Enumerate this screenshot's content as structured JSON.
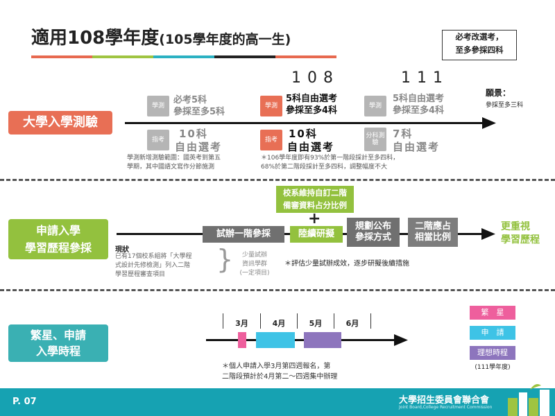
{
  "header": {
    "title_main": "適用108學年度",
    "title_sub": "(105學年度的高一生)",
    "note_line1": "必考改選考，",
    "note_line2": "至多參採四科",
    "color_bar": [
      "#e7694f",
      "#9fc441",
      "#2bb1c2",
      "#222222",
      "#e7694f"
    ]
  },
  "sections": {
    "exam": {
      "label": "大學入學測驗",
      "label_color": "#e86f55",
      "year_108": "108",
      "year_111": "111",
      "wish_title": "願景：",
      "wish_text": "參採至多三科",
      "current_xue": {
        "tag": "學測",
        "line1": "必考5科",
        "line2": "參採至多5科"
      },
      "current_zhi": {
        "tag": "指考",
        "line1": "10科",
        "line2": "自由選考"
      },
      "y108_xue": {
        "tag": "學測",
        "line1": "5科自由選考",
        "line2": "參採至多4科"
      },
      "y108_zhi": {
        "tag": "指考",
        "line1": "10科",
        "line2": "自由選考"
      },
      "y111_xue": {
        "tag": "學測",
        "line1": "5科自由選考",
        "line2": "參採至多4科"
      },
      "y111_zhi": {
        "tag": "分科測驗",
        "line1": "7科",
        "line2": "自由選考"
      },
      "note_left_1": "學測新增測驗範圍：國英考到第五",
      "note_left_2": "學期，其中國語文寫作分節施測",
      "note_right_1": "＊106學年度即有93%於第一階段採計至多四科，",
      "note_right_2": "68%於第二階段採計至多四科，調整幅度不大"
    },
    "apply": {
      "label_1": "申請入學",
      "label_2": "學習歷程參採",
      "label_color": "#93c13e",
      "top_box_1": "校系維持自訂二階",
      "top_box_2": "備審資料占分比例",
      "plus": "+",
      "step_trial": "試辦一階參採",
      "step_continue": "陸續研擬",
      "step_plan_1": "規劃公布",
      "step_plan_2": "參採方式",
      "step_ratio_1": "二階應占",
      "step_ratio_2": "相當比例",
      "result_1": "更重視",
      "result_2": "學習歷程",
      "current_title": "現狀",
      "current_1": "已有17個校系組將「大學程",
      "current_2": "式設計先修檢測」列入二階",
      "current_3": "學習歷程審查項目",
      "brace": "}",
      "side_1": "少量試辦",
      "side_2": "資訊學群",
      "side_3": "(一定項目)",
      "note": "＊評估少量試辦成效，逐步研擬後續措施"
    },
    "timeline": {
      "label_1": "繁星、申請",
      "label_2": "入學時程",
      "label_color": "#3ab0b3",
      "months": [
        "3月",
        "4月",
        "5月",
        "6月"
      ],
      "note_1": "＊個人申請入學3月第四週報名，第",
      "note_2": "二階段預計於4月第二～四週集中辦理",
      "legend": [
        {
          "label": "繁　星",
          "color": "#ee5f9d"
        },
        {
          "label": "申　請",
          "color": "#3ec3e6"
        },
        {
          "label": "理想時程",
          "color": "#8d75bd"
        }
      ],
      "legend_year": "(111學年度)"
    }
  },
  "footer": {
    "page": "P. 07",
    "org": "大學招生委員會聯合會",
    "org_en": "Joint Board,College Recruitment Commission"
  }
}
